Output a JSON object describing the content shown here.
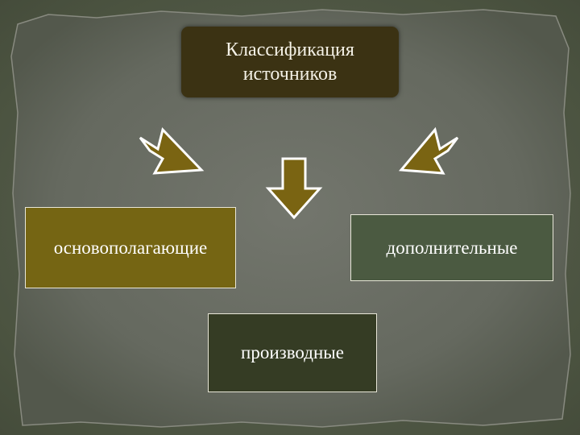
{
  "diagram": {
    "root": {
      "label": "Классификация источников"
    },
    "children": [
      {
        "id": "fundamental",
        "label": "основополагающие"
      },
      {
        "id": "additional",
        "label": "дополнительные"
      },
      {
        "id": "derived",
        "label": "производные"
      }
    ],
    "colors": {
      "background": "#4e5742",
      "slate": "#6b6f66",
      "root_fill": "#3b3213",
      "fundamental_fill": "#756513",
      "additional_fill": "#4b5a41",
      "derived_fill": "#353c24",
      "arrow_fill": "#7a6412",
      "arrow_stroke": "#ffffff",
      "text": "#ffffff"
    }
  }
}
